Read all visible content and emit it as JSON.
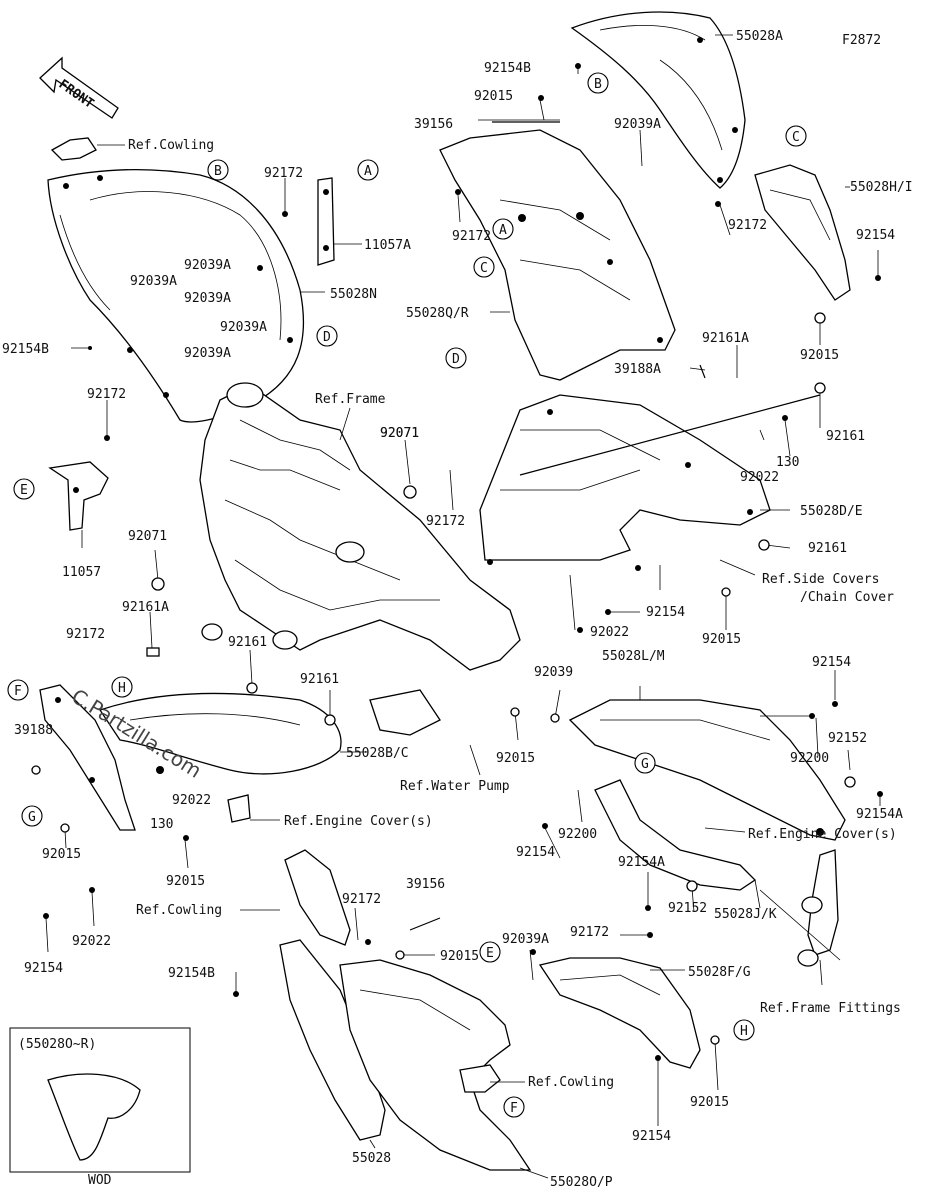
{
  "figure_code": "F2872",
  "front_label": "FRONT",
  "watermark": "C.Partzilla.com",
  "inset_title": "(55028O~R)",
  "inset_caption": "WOD",
  "callouts": [
    "A",
    "B",
    "C",
    "D",
    "E",
    "F",
    "G",
    "H"
  ],
  "labels": {
    "ref_cowling_top": "Ref.Cowling",
    "l_92172_a": "92172",
    "l_11057A": "11057A",
    "l_92039A_a": "92039A",
    "l_92039A_b": "92039A",
    "l_92039A_c": "92039A",
    "l_92039A_d": "92039A",
    "l_55028N": "55028N",
    "l_92154B_a": "92154B",
    "l_92172_b": "92172",
    "l_11057": "11057",
    "ref_frame": "Ref.Frame",
    "l_92071_a": "92071",
    "l_92071_b": "92071",
    "l_92161A_a": "92161A",
    "l_92172_c": "92172",
    "l_92161_a": "92161",
    "l_92161_b": "92161",
    "l_39188": "39188",
    "l_55028BC": "55028B/C",
    "l_92022_a": "92022",
    "l_130_a": "130",
    "l_92015_a": "92015",
    "ref_engine_cover_a": "Ref.Engine Cover(s)",
    "l_92015_b": "92015",
    "l_92022_b": "92022",
    "l_92154_a": "92154",
    "ref_cowling_mid": "Ref.Cowling",
    "l_92154B_b": "92154B",
    "l_55028": "55028",
    "l_92172_d": "92172",
    "l_39156_a": "39156",
    "l_92015_c": "92015",
    "l_92039A_e": "92039A",
    "ref_cowling_bot": "Ref.Cowling",
    "l_55028OP": "55028O/P",
    "l_92154B_c": "92154B",
    "l_55028A": "55028A",
    "l_92015_d": "92015",
    "l_39156_b": "39156",
    "l_92039A_f": "92039A",
    "l_92172_e": "92172",
    "l_55028QR": "55028Q/R",
    "l_55028HI": "55028H/I",
    "l_92172_f": "92172",
    "l_92154_b": "92154",
    "l_92015_e": "92015",
    "l_92161A_b": "92161A",
    "l_39188A": "39188A",
    "l_92161_c": "92161",
    "l_130_b": "130",
    "l_92022_c": "92022",
    "l_55028DE": "55028D/E",
    "l_92172_g": "92172",
    "l_92161_d": "92161",
    "ref_side_covers": "Ref.Side Covers",
    "ref_chain_cover": "/Chain Cover",
    "l_92154_c": "92154",
    "l_92022_d": "92022",
    "l_92015_f": "92015",
    "l_92039": "92039",
    "l_55028LM": "55028L/M",
    "l_92154_d": "92154",
    "l_92015_g": "92015",
    "ref_water_pump": "Ref.Water Pump",
    "l_92200_a": "92200",
    "l_92152_a": "92152",
    "l_92154A_a": "92154A",
    "l_92200_b": "92200",
    "l_92154_e": "92154",
    "ref_engine_cover_b": "Ref.Engine Cover(s)",
    "l_92154A_b": "92154A",
    "l_92152_b": "92152",
    "l_55028JK": "55028J/K",
    "ref_frame_fittings": "Ref.Frame Fittings",
    "l_92172_h": "92172",
    "l_55028FG": "55028F/G",
    "l_92015_h": "92015",
    "l_92154_f": "92154"
  }
}
